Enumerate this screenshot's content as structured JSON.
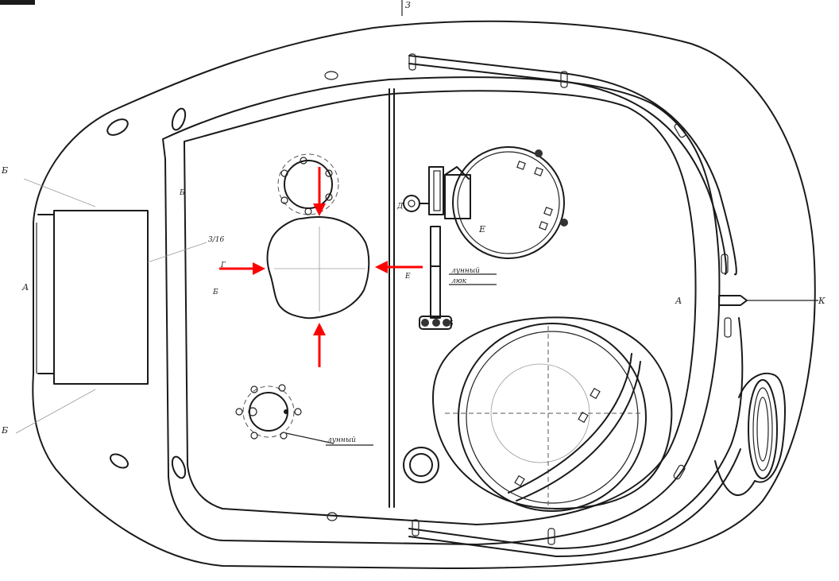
{
  "labels": {
    "top_section_mark": "3",
    "left_mark_upper": "Б",
    "left_mark_mid": "А",
    "left_mark_lower": "Б",
    "left_fraction": "3/16",
    "plate_mark_upper": "Б",
    "plate_mark_left": "Б",
    "plate_mark_arrow": "Г",
    "gear_mark": "Д",
    "hatch_mark": "Е",
    "note_upper": "лунный",
    "note_lower": "люк",
    "lower_note": "лунный",
    "right_mark": "А",
    "right_edge_mark": "К",
    "mid_mark": "Е",
    "mid_num": "5"
  },
  "colors": {
    "ink": "#1a1a1a",
    "highlight_arrows": "#ff0000",
    "background": "#ffffff"
  }
}
